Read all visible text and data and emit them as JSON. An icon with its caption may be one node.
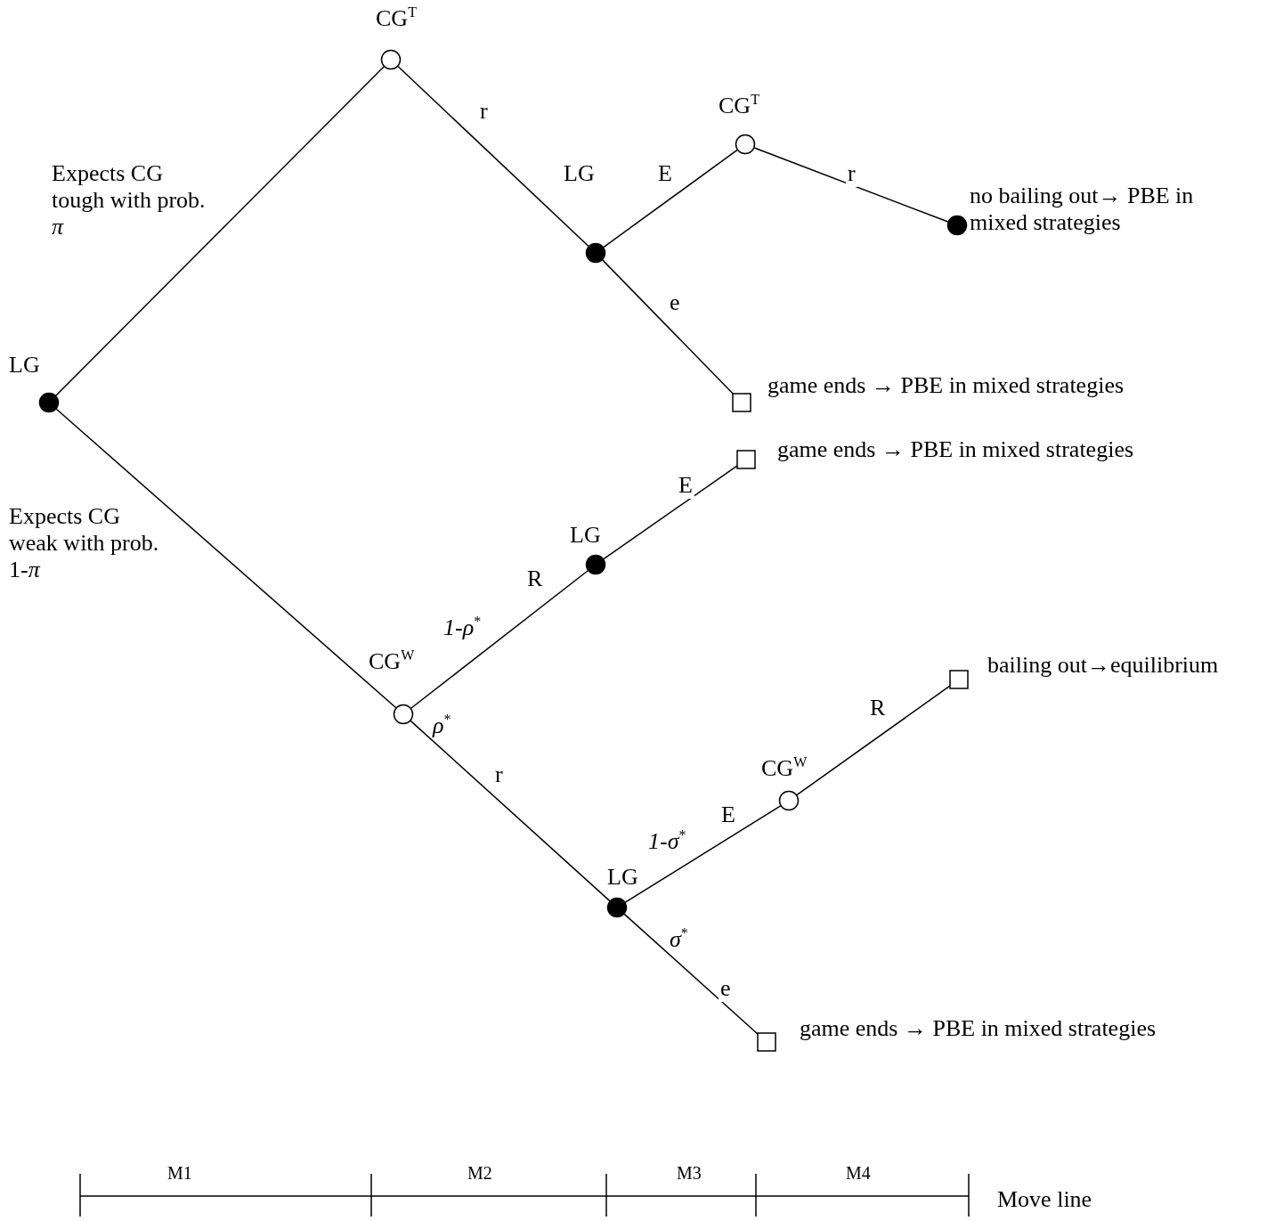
{
  "diagram": {
    "nodes": [
      {
        "text": [
          "LG"
        ]
      },
      {
        "text": [
          "CG$^{T}$"
        ]
      },
      {
        "text": [
          "LG"
        ]
      },
      {
        "text": [
          "CG$^{T}$"
        ]
      },
      {
        "text": [
          "no bailing out→ PBE in mixed strategies"
        ]
      },
      {
        "text": [
          "game ends → PBE in mixed strategies"
        ]
      },
      {
        "text": [
          "CG$^{W}$"
        ]
      },
      {
        "text": [
          "LG"
        ]
      },
      {
        "text": [
          "game ends → PBE in mixed strategies"
        ]
      },
      {
        "text": [
          "LG"
        ]
      },
      {
        "text": [
          "CG$^{W}$"
        ]
      },
      {
        "text": [
          "bailing out→equilibrium"
        ]
      },
      {
        "text": [
          "game ends → PBE in mixed strategies"
        ]
      }
    ],
    "edges": [
      {
        "from": 0,
        "to": 1,
        "arrow": "none"
      },
      {
        "from": 1,
        "to": 2,
        "arrow": "none",
        "label": "r"
      },
      {
        "from": 2,
        "to": 3,
        "arrow": "none",
        "label": "E"
      },
      {
        "from": 3,
        "to": 4,
        "arrow": "none",
        "label": "r"
      },
      {
        "from": 2,
        "to": 5,
        "arrow": "none",
        "label": "e"
      },
      {
        "from": 0,
        "to": 6,
        "arrow": "none"
      },
      {
        "from": 6,
        "to": 7,
        "arrow": "none",
        "label": "R"
      },
      {
        "from": 7,
        "to": 8,
        "arrow": "none",
        "label": "E"
      },
      {
        "from": 6,
        "to": 9,
        "arrow": "none",
        "label": "r"
      },
      {
        "from": 9,
        "to": 10,
        "arrow": "none",
        "label": "E"
      },
      {
        "from": 10,
        "to": 11,
        "arrow": "none",
        "label": "R"
      },
      {
        "from": 9,
        "to": 12,
        "arrow": "none",
        "label": "e"
      }
    ],
    "labels": [
      "Expects CG tough with prob. *π*",
      "Expects CG weak with prob. 1-*π*",
      "*1-ρ*$^{*}$",
      "*ρ*$^{*}$",
      "*1-σ*$^{*}$",
      "*σ*$^{*}$",
      "M1",
      "M2",
      "M3",
      "M4",
      "Move line"
    ]
  }
}
